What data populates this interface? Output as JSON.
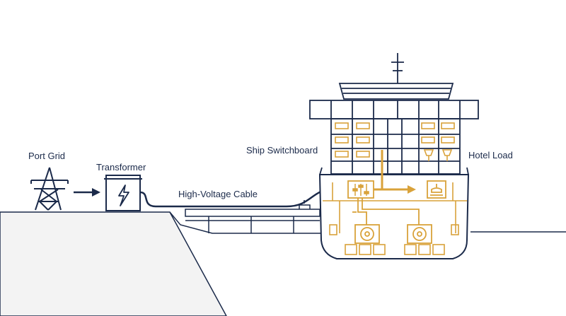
{
  "labels": {
    "port_grid": "Port Grid",
    "transformer": "Transformer",
    "cable": "High-Voltage Cable",
    "switchboard": "Ship Switchboard",
    "hotel_load": "Hotel Load"
  },
  "icons": {
    "pylon": "transmission-tower-icon",
    "transformer": "lightning-bolt-icon",
    "switchboard": "switchboard-panel-icon",
    "hotel": "hotel-services-icon",
    "engines": "ship-generator-icon"
  },
  "colors": {
    "navy": "#1b2a4a",
    "gold": "#d9a23a",
    "ground_fill": "#f3f3f3"
  }
}
